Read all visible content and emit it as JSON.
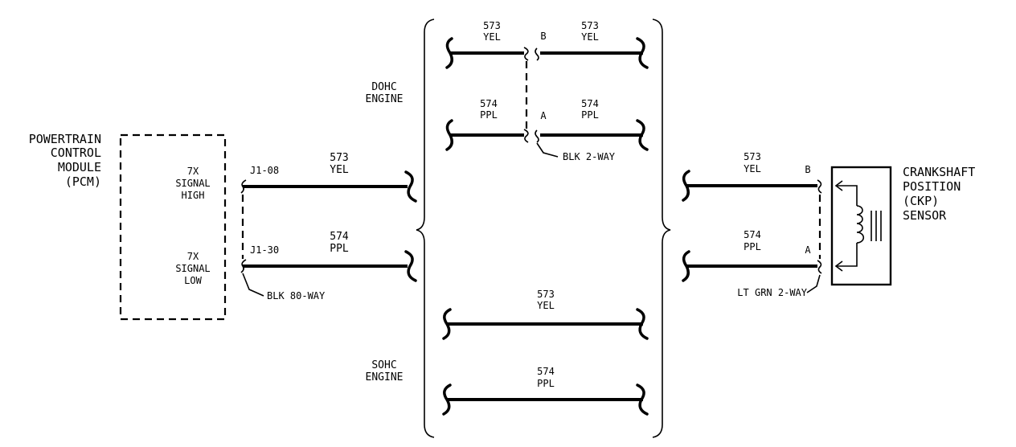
{
  "pcm": {
    "title_line1": "POWERTRAIN",
    "title_line2": "CONTROL",
    "title_line3": "MODULE",
    "title_line4": "(PCM)",
    "sig_high_1": "7X",
    "sig_high_2": "SIGNAL",
    "sig_high_3": "HIGH",
    "sig_low_1": "7X",
    "sig_low_2": "SIGNAL",
    "sig_low_3": "LOW"
  },
  "pcm_connector": {
    "pin_high": "J1-08",
    "pin_low": "J1-30",
    "name": "BLK 80-WAY"
  },
  "circuits": {
    "high_num": "573",
    "high_color": "YEL",
    "low_num": "574",
    "low_color": "PPL"
  },
  "dohc": {
    "label_line1": "DOHC",
    "label_line2": "ENGINE",
    "connector_name": "BLK 2-WAY",
    "pin_b": "B",
    "pin_a": "A"
  },
  "sohc": {
    "label_line1": "SOHC",
    "label_line2": "ENGINE"
  },
  "ckp_connector": {
    "name": "LT GRN 2-WAY",
    "pin_b": "B",
    "pin_a": "A"
  },
  "sensor": {
    "line1": "CRANKSHAFT",
    "line2": "POSITION",
    "line3": "(CKP)",
    "line4": "SENSOR"
  }
}
